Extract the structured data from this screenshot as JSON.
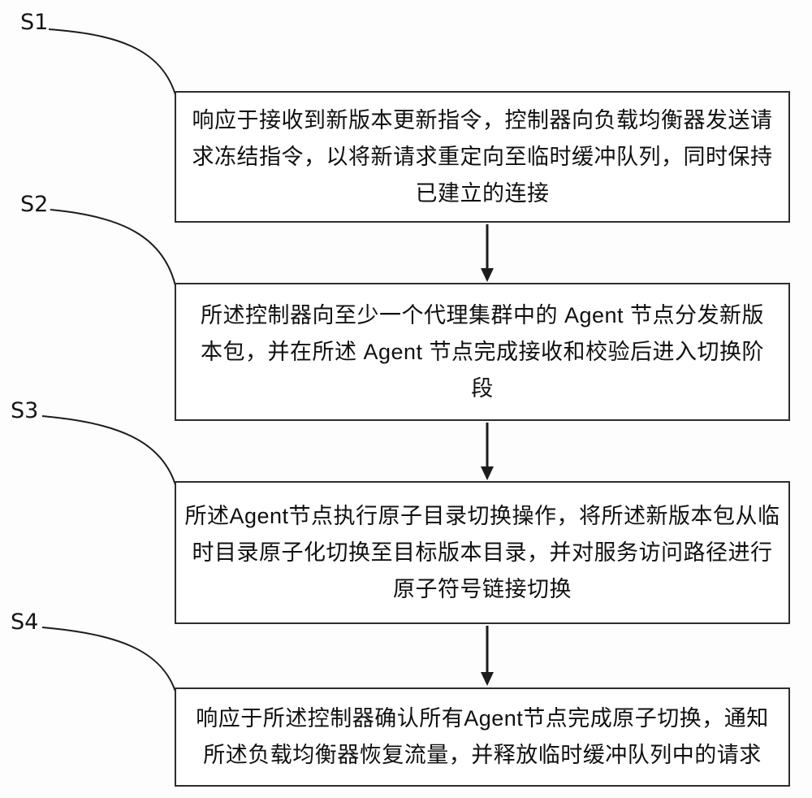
{
  "diagram": {
    "type": "flowchart",
    "colors": {
      "border": "#2e2e2e",
      "text": "#101010",
      "background": "#ffffff",
      "connector": "#1c1c1c"
    },
    "steps": [
      {
        "label": "S1",
        "lines": [
          "响应于接收到新版本更新指令，控制器向负载均衡器发送请",
          "求冻结指令，以将新请求重定向至临时缓冲队列，同时保持",
          "已建立的连接"
        ]
      },
      {
        "label": "S2",
        "lines": [
          "所述控制器向至少一个代理集群中的 Agent 节点分发新版",
          "本包，并在所述 Agent 节点完成接收和校验后进入切换阶",
          "段"
        ]
      },
      {
        "label": "S3",
        "lines": [
          "所述Agent节点执行原子目录切换操作，将所述新版本包从临",
          "时目录原子化切换至目标版本目录，并对服务访问路径进行",
          "原子符号链接切换"
        ]
      },
      {
        "label": "S4",
        "lines": [
          "响应于所述控制器确认所有Agent节点完成原子切换，通知",
          "所述负载均衡器恢复流量，并释放临时缓冲队列中的请求"
        ]
      }
    ]
  }
}
